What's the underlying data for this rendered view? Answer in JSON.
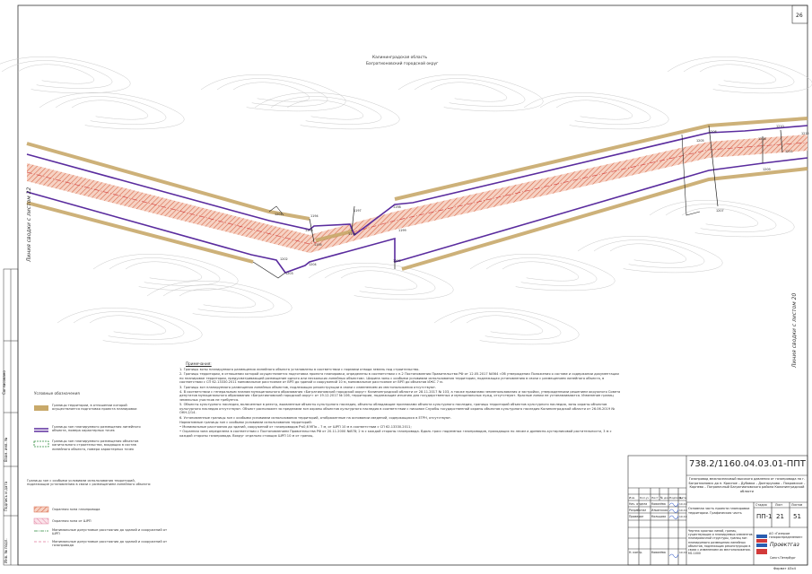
{
  "sheet": {
    "page_number_top": "26",
    "format": "Формат А3х4",
    "match_line_left": "Линия сводки с листом 22",
    "match_line_right": "Линия сводки с листом 20"
  },
  "map": {
    "region": "Калининградская область",
    "district": "Багратионовский городской округ",
    "point_labels": [
      "1193",
      "1194",
      "1195",
      "1196",
      "1197",
      "1198",
      "1199",
      "1200",
      "1201",
      "1202",
      "1203",
      "1204",
      "1205",
      "1206",
      "1207",
      "1208",
      "1209",
      "1210",
      "1211",
      "1212"
    ]
  },
  "notes": {
    "title": "Примечания:",
    "items": [
      "1. Границы зоны планируемого размещения линейного объекта установлены в соответствии с нормами отвода земель под строительство.",
      "2. Границы территории, в отношении которой осуществляется подготовка проекта планировки, определены в соответствии с п.2 Постановления Правительства РФ от 12.05.2017 №564 «Об утверждении Положения о составе и содержании документации по планировке территории, предусматривающей размещение одного или нескольких линейных объектов». Ширина зоны с особыми условиями использования территории, подлежащая установлению в связи с размещением линейного объекта, в соответствии с СП 62.13330.2011 минимальное расстояние от ВРП до зданий и сооружений 10 м, минимальное расстояние от ВРП до объектов ИЖС 7 м.",
      "3. Границы зон планируемого размещения линейных объектов, подлежащих реконструкции в связи с изменением их местоположения отсутствуют.",
      "4. В соответствии с генеральным планом муниципального образования «Багратионовский городской округ» Калининградской области от 28.11.2017 № 103, а также правилами землепользования и застройки, утвержденными решением окружного Совета депутатов муниципального образования «Багратионовский городской округ» от 19.12.2017 № 106, территории, подлежащие изъятию для государственных и муниципальных нужд, отсутствуют. Красные линии не устанавливаются. Изменение границ земельных участков не требуется.",
      "5. Объекты культурного наследия, включенные в реестр, выявленные объекты культурного наследия, объекты обладающие признаками объекта культурного наследия, границы территорий объектов культурного наследия, зоны охраны объектов культурного наследия отсутствуют. Объект расположен за пределами зон охраны объектов культурного наследия в соответствии с письмом Службы государственной охраны объектов культурного наследия Калининградской области от 26.06.2019 № ОКН-2/14.",
      "6. Установленные границы зон с особыми условиями использования территорий, отображенные на основании сведений, содержащихся в ЕГРН, отсутствуют.",
      "Нормативные границы зон с особыми условиями использования территорий:",
      "•  Минимальные расстояния до зданий, сооружений от газопроводов Р≤0,6 МПа – 7 м, от ШРП 10 м в соответствии с СП 62.13330.2011;",
      "•  Охранная зона определена в соответствии с Постановлением Правительства РФ от 20.11.2000 №878; 2 м с каждой стороны газопровода. Вдоль трасс подземных газопроводов, проходящих по лесам и древесно-кустарниковой растительности, 3 м с каждой стороны газопровода. Вокруг отдельно стоящих ШРП 10 м от границ."
    ]
  },
  "legend": {
    "title": "Условные обозначения",
    "items": [
      {
        "text": "Границы территории, в отношении которой осуществляется подготовка проекта планировки",
        "icon": "tan-band"
      },
      {
        "text": "Границы зон планируемого размещения линейного объекта, номера характерных точек",
        "icon": "purple-line"
      },
      {
        "text": "Границы зон планируемого размещения объектов капитального строительства, входящих в состав линейного объекта, номера характерных точек",
        "icon": "green-dashed-box"
      }
    ],
    "subtitle": "Границы зон с особыми условиями использования территорий, подлежащие установлению в связи с размещением линейного объекта:",
    "zone_items": [
      {
        "text": "Охранная зона газопровода",
        "icon": "red-hatch"
      },
      {
        "text": "Охранная зона от ШРП",
        "icon": "pink-hatch"
      },
      {
        "text": "Минимальные допустимые расстояния до зданий и сооружений от ШРП",
        "icon": "green-dashdot"
      },
      {
        "text": "Минимальные допустимые расстояния до зданий и сооружений от газопровода",
        "icon": "pink-dashed"
      }
    ]
  },
  "side_stamp": {
    "labels": [
      "Согласовано",
      "Инв. № подл.",
      "Подпись и дата",
      "Взам. инв. №"
    ]
  },
  "title_block": {
    "code": "738.2/1160.04.03.01-ППТ1",
    "project_title": "Газопровод межпоселковый высокого давления от газопровода на г. Багратионовск до п. Красное – Дубовка – Долгоруково – Покровское – Корнево – Пограничный Багратионовского района Калининградской области",
    "headers": [
      "Изм.",
      "Кол.уч",
      "Лист",
      "№ док.",
      "Подпись",
      "Дата"
    ],
    "roles": [
      "Нач. отдела",
      "Разработал",
      "Проверил",
      "",
      "",
      "Н. контр."
    ],
    "names": [
      "Ковалёва",
      "Ильинская",
      "Кольцова",
      "",
      "",
      "Ковалёва"
    ],
    "dates": [
      "10.19",
      "10.19",
      "10.19",
      "",
      "",
      "10.19"
    ],
    "section_title": "Основная часть проекта планировки территории. Графическая часть",
    "stage_hdr": "Стадия",
    "sheet_hdr": "Лист",
    "sheets_hdr": "Листов",
    "stage": "ПП-1",
    "sheet": "21",
    "sheets": "51",
    "drawing_title": "Чертеж красных линий, границ существующих и планируемых элементов планировочной структуры, границ зон планируемого размещения линейных объектов, подлежащих реконструкции в связи с изменением их местоположения. М1:1000",
    "company": "АО «Газпром газораспределение»",
    "company_city": "Санкт-Петербург",
    "company_brand": "Проектгаз"
  },
  "colors": {
    "tan": "#c8a96a",
    "purple": "#5a2c9e",
    "corridor": "#e9967a",
    "red": "#d23a3a",
    "green": "#2e8b3c",
    "terrain": "#bdbdbd"
  }
}
